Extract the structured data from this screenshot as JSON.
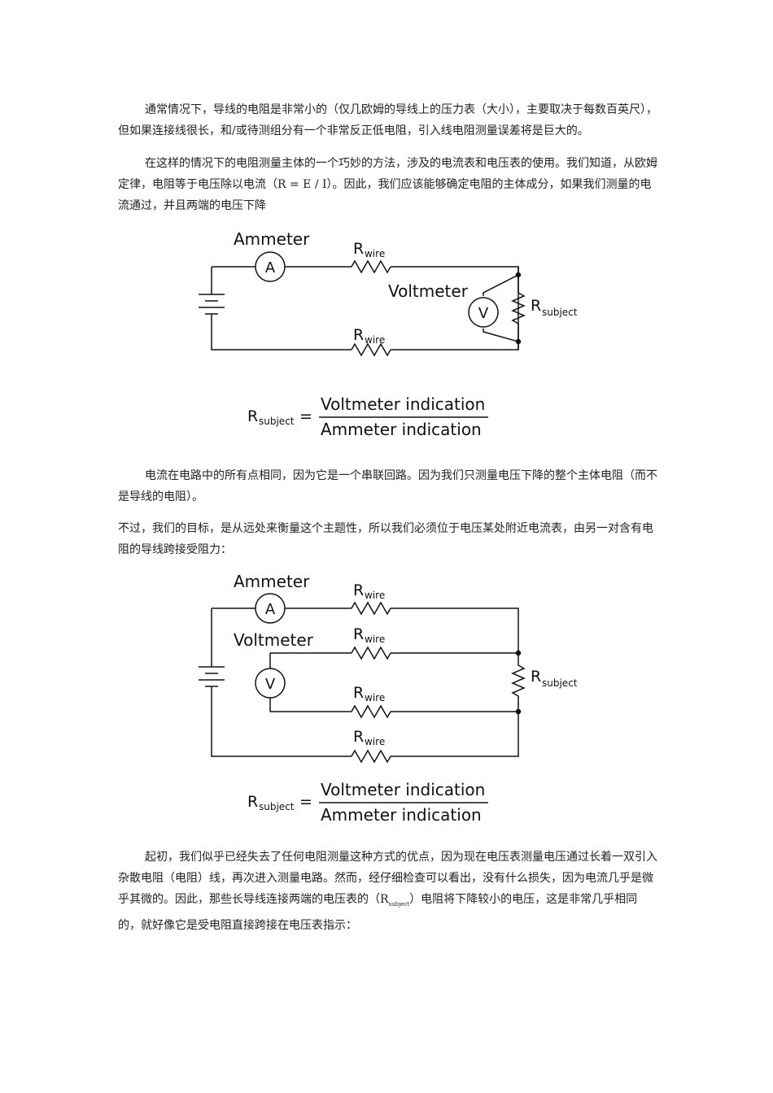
{
  "paragraphs": {
    "p1": "通常情况下，导线的电阻是非常小的（仅几欧姆的导线上的压力表（大小），主要取决于每数百英尺），但如果连接线很长，和/或待测组分有一个非常反正低电阻，引入线电阻测量误差将是巨大的。",
    "p2": "在这样的情况下的电阻测量主体的一个巧妙的方法，涉及的电流表和电压表的使用。我们知道，从欧姆定律，电阻等于电压除以电流（R = E / I）。因此，我们应该能够确定电阻的主体成分，如果我们测量的电流通过，并且两端的电压下降",
    "p3": "电流在电路中的所有点相同，因为它是一个串联回路。因为我们只测量电压下降的整个主体电阻（而不是导线的电阻）。",
    "p4": "不过，我们的目标，是从远处来衡量这个主题性，所以我们必须位于电压某处附近电流表，由另一对含有电阻的导线跨接受阻力：",
    "p5_before": "起初，我们似乎已经失去了任何电阻测量这种方式的优点，因为现在电压表测量电压通过长着一双引入杂散电阻（电阻）线，再次进入测量电路。然而，经仔细检查可以看出，没有什么损失，因为电流几乎是微乎其微的。因此，那些长导线连接两端的电压表的（",
    "p5_sub_R": "R",
    "p5_sub_label": "subject",
    "p5_after": "）电阻将下降较小的电压，这是非常几乎相同的，就好像它是受电阻直接跨接在电压表指示："
  },
  "figure1": {
    "ammeter_label": "Ammeter",
    "voltmeter_label": "Voltmeter",
    "ammeter_symbol": "A",
    "voltmeter_symbol": "V",
    "rwire_R": "R",
    "rwire_sub": "wire",
    "rsubject_R": "R",
    "rsubject_sub": "subject",
    "formula_R": "R",
    "formula_sub": "subject",
    "formula_eq": "=",
    "formula_num": "Voltmeter indication",
    "formula_den": "Ammeter indication"
  },
  "figure2": {
    "ammeter_label": "Ammeter",
    "voltmeter_label": "Voltmeter",
    "ammeter_symbol": "A",
    "voltmeter_symbol": "V",
    "rwire_R": "R",
    "rwire_sub": "wire",
    "rsubject_R": "R",
    "rsubject_sub": "subject",
    "formula_R": "R",
    "formula_sub": "subject",
    "formula_eq": "=",
    "formula_num": "Voltmeter indication",
    "formula_den": "Ammeter indication"
  }
}
